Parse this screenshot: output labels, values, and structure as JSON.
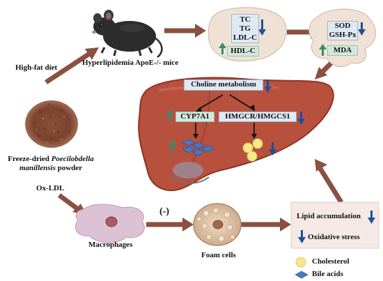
{
  "diagram": {
    "left": {
      "diet": "High-fat diet",
      "powder_line1": "Freeze-dried ",
      "powder_italic": "Poecilobdella",
      "powder_line2": "manillensis",
      "powder_line3": " powder",
      "oxldl": "Ox-LDL"
    },
    "mouse": {
      "label": "Hyperlipidemia ApoE-/- mice"
    },
    "serum": {
      "tc": "TC",
      "tg": "TG",
      "ldl": "LDL-C",
      "hdl": "HDL-C"
    },
    "oxidative": {
      "sod": "SOD",
      "gsh": "GSH-Px",
      "mda": "MDA"
    },
    "liver": {
      "choline": "Choline metabolism",
      "cyp": "CYP7A1",
      "hmg": "HMGCR/HMGCS1"
    },
    "cells": {
      "macrophage": "Macrophages",
      "inhibit": "(-)",
      "foam": "Foam cells"
    },
    "outcome": {
      "lipid": "Lipid accumulation",
      "oxstress": "Oxidative stress"
    },
    "legend": {
      "cholesterol": "Cholesterol",
      "bile": "Bile acids"
    },
    "colors": {
      "arrow_brown": "#8a5040",
      "down_blue": "#1f4e9c",
      "up_green": "#3b8a6e",
      "liver": "#b8503e"
    }
  }
}
